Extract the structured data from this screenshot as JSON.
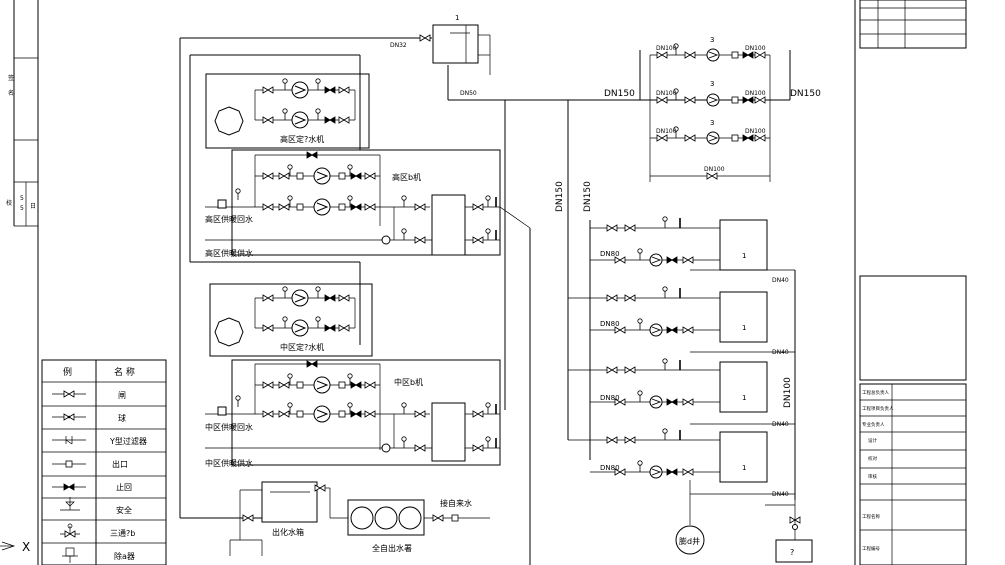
{
  "pipe_sizes": {
    "dn32": "DN32",
    "dn50": "DN50",
    "dn150_top_left": "DN150",
    "dn150_top_right": "DN150",
    "dn150_vert_a": "DN150",
    "dn150_vert_b": "DN150",
    "dn100_vert": "DN100",
    "dn100_bypass": "DN100",
    "dn100_pump_in": [
      "DN100",
      "DN100",
      "DN100"
    ],
    "dn100_pump_out": [
      "DN100",
      "DN100",
      "DN100"
    ],
    "dn80": [
      "DN80",
      "DN80",
      "DN80",
      "DN80"
    ],
    "dn40": [
      "DN40",
      "DN40",
      "DN40",
      "DN40"
    ]
  },
  "labels": {
    "high_zone_constant_pressure": "高区定?水机",
    "high_zone_exchanger": "高区b机",
    "high_zone_return": "高区供暖回水",
    "high_zone_supply": "高区供暖供水",
    "mid_zone_constant_pressure": "中区定?水机",
    "mid_zone_exchanger": "中区b机",
    "mid_zone_return": "中区供暖回水",
    "mid_zone_supply": "中区供暖供水",
    "softened_tank": "出化水箱",
    "softener": "全自出水署",
    "city_water": "接自来水",
    "expansion_tank": "膨d井",
    "drain_box": "?",
    "tank_tag": "1",
    "pump_tag": "3",
    "boiler_tag": "1"
  },
  "legend": {
    "header_symbol": "例",
    "header_name": "名 称",
    "items": [
      "闸",
      "球",
      "Y型过滤器",
      "出口",
      "止回",
      "安全",
      "三通?b",
      "除a器"
    ]
  },
  "title_block": {
    "row1": "工程总负责人",
    "row2": "工程项目负责人",
    "row3": "专业负责人",
    "row4": "设计",
    "row5": "校对",
    "row6": "审核",
    "row7": "工程名称",
    "row8": "工程编号"
  },
  "left_strip": {
    "a": "签",
    "b": "名",
    "c": "校",
    "d": "5",
    "e": "5",
    "f": "日"
  }
}
